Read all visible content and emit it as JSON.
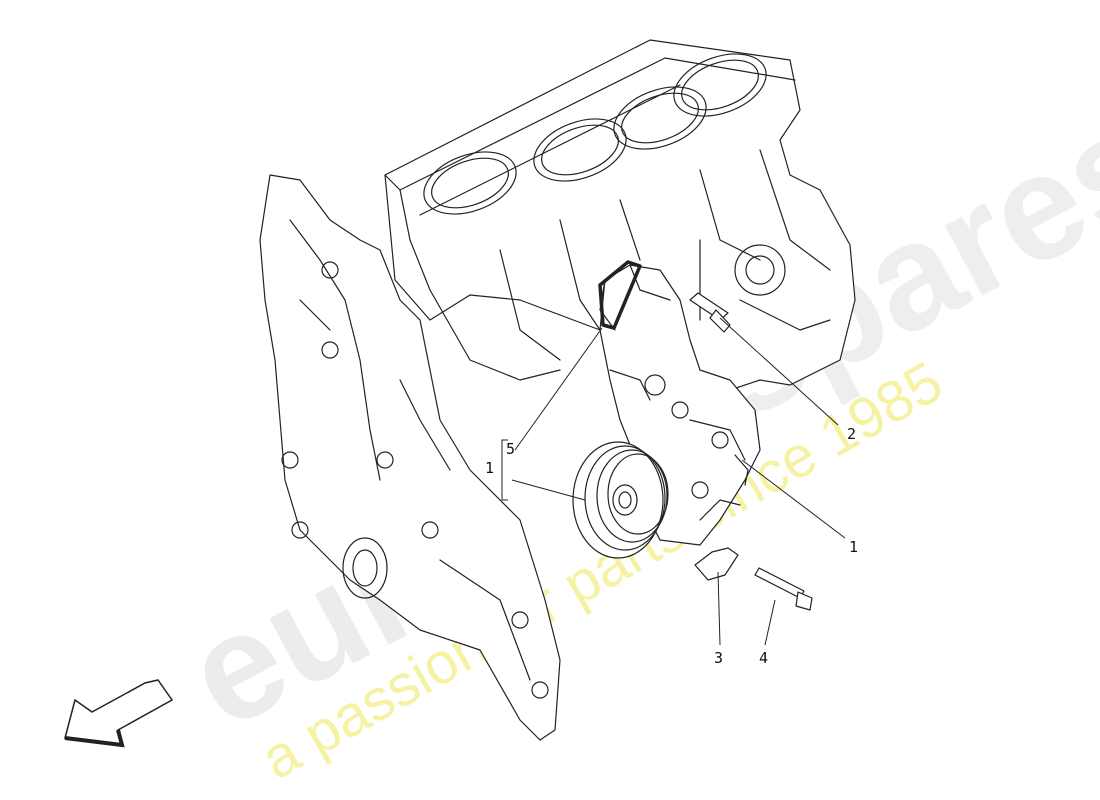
{
  "diagram": {
    "callouts": [
      {
        "id": "c1",
        "text": "1"
      },
      {
        "id": "c2",
        "text": "2"
      },
      {
        "id": "c3",
        "text": "3"
      },
      {
        "id": "c4",
        "text": "4"
      },
      {
        "id": "c5",
        "text": "5"
      },
      {
        "id": "c1b",
        "text": "1"
      }
    ]
  },
  "watermark": {
    "brand": "euro",
    "brand_tail": "spares",
    "tagline": "a passion for parts since 1985",
    "color": "#f3ee86"
  },
  "direction_arrow": {
    "icon": "front-direction-arrow-icon"
  }
}
